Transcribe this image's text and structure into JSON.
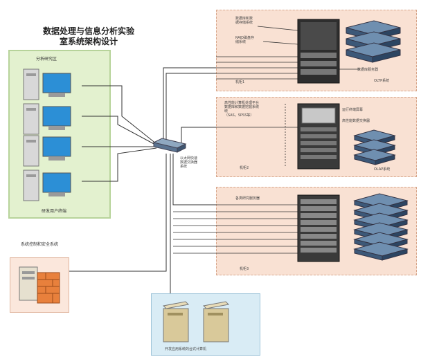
{
  "title": "数据处理与信息分析实验室系统架构设计",
  "title_line1": "数据处理与信息分析实验",
  "title_line2": "室系统架构设计",
  "research_area": {
    "label": "分析研究区",
    "footer": "研发用户终端"
  },
  "security": {
    "label": "系统控制和安全系统"
  },
  "switch": {
    "label_line1": "以太网快速",
    "label_line2": "数据交换器",
    "label_line3": "系统"
  },
  "rack1": {
    "label_top": "数据库和数",
    "label_top2": "据存储系统",
    "label_mid": "RAID磁盘存",
    "label_mid2": "储系统",
    "label_right": "数据库服务器",
    "label_system": "OLTP系统",
    "room": "机柜1"
  },
  "rack2": {
    "label_top": "高性能计算机处理平台",
    "label_top2": "数据库和数据挖掘系统",
    "label_top3": "统",
    "label_sub": "（SAS，SPSS等）",
    "label_r1": "运行终端屏幕",
    "label_r2": "高性能数据交换器",
    "label_system": "OLAP系统",
    "room": "机柜2"
  },
  "rack3": {
    "label_top": "各类研究服务器",
    "room": "机柜3"
  },
  "dev": {
    "label": "开发应用系统的台式计算机"
  },
  "colors": {
    "green_bg": "#e3f1cf",
    "pink_bg": "#f9e1d3",
    "blue_bg": "#d9ecf5",
    "line": "#333333"
  }
}
